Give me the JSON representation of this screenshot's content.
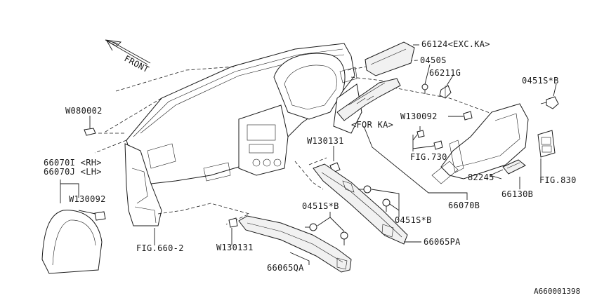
{
  "diagram": {
    "front_label": "FRONT",
    "catalog_number": "A660001398",
    "labels": {
      "p66124": "66124<EXC.KA>",
      "p0450s": "0450S",
      "p66211g": "66211G",
      "p0451s_tr": "0451S*B",
      "w080002": "W080002",
      "w130092_r": "W130092",
      "for_ka": "<FOR KA>",
      "w130131_t": "W130131",
      "fig730": "FIG.730",
      "fig830": "FIG.830",
      "p82245": "82245",
      "p66130b": "66130B",
      "p66070i": "66070I <RH>",
      "p66070j": "66070J <LH>",
      "w130092_l": "W130092",
      "p0451s_mid": "0451S*B",
      "p0451s_right": "0451S*B",
      "p66070b": "66070B",
      "fig660": "FIG.660-2",
      "w130131_b": "W130131",
      "p66065pa": "66065PA",
      "p66065qa": "66065QA"
    }
  }
}
